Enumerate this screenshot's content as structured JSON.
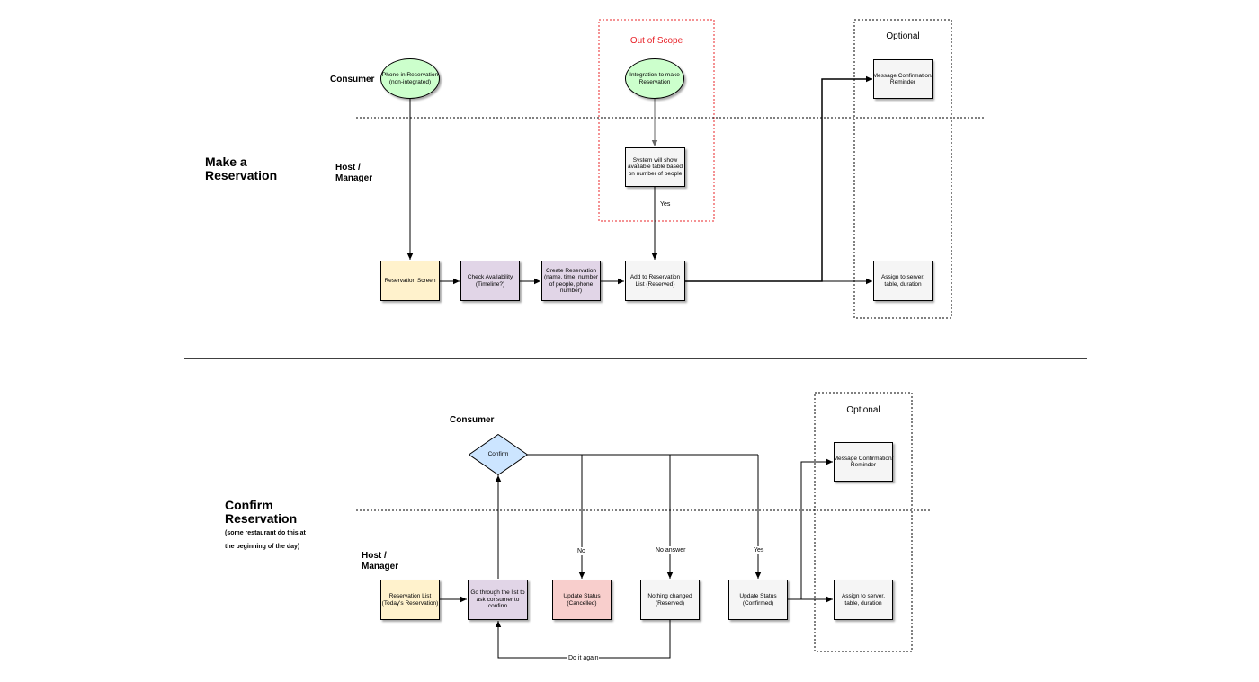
{
  "sections": {
    "make_title": "Make a\nReservation",
    "confirm_title": "Confirm\nReservation",
    "confirm_note_1": "(some restaurant do this at",
    "confirm_note_2": "the beginning of the day)"
  },
  "lanes": {
    "consumer_top": "Consumer",
    "host_top": "Host /\nManager",
    "consumer_bottom": "Consumer",
    "host_bottom": "Host /\nManager"
  },
  "zones": {
    "out_of_scope": "Out of Scope",
    "optional_top": "Optional",
    "optional_bottom": "Optional"
  },
  "nodes": {
    "phone_in": "Phone in Reservation\n(non-integrated)",
    "integration": "Integration to make\nReservation",
    "system_show": "System will show\navailable table based\non number of people",
    "reservation_screen": "Reservation Screen",
    "check_availability": "Check Availability\n(Timeline?)",
    "create_reservation": "Create Reservation\n(name, time, number\nof people, phone\nnumber)",
    "add_to_list": "Add to Reservation\nList (Reserved)",
    "message_top": "Message Confirmation/\nReminder",
    "assign_top": "Assign to server,\ntable, duration",
    "confirm": "Confirm",
    "reservation_list": "Reservation List\n(Today's Reservation)",
    "go_through": "Go through the list to\nask consumer to\nconfirm",
    "update_cancelled": "Update Status\n(Cancelled)",
    "nothing_changed": "Nothing changed\n(Reserved)",
    "update_confirmed": "Update Status\n(Confirmed)",
    "message_bottom": "Message Confirmation/\nReminder",
    "assign_bottom": "Assign to server,\ntable, duration"
  },
  "edge_labels": {
    "yes_top": "Yes",
    "no": "No",
    "no_answer": "No answer",
    "yes_bottom": "Yes",
    "do_it_again": "Do it again"
  },
  "colors": {
    "yellow": "#fff2cc",
    "purple": "#e1d5e7",
    "white": "#f5f5f5",
    "green": "#ccffcc",
    "red": "#f8cecc",
    "blue": "#cce5ff",
    "out_of_scope_border": "#e8242a"
  }
}
